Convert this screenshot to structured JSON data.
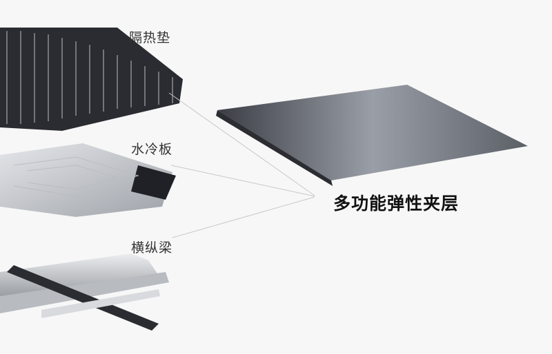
{
  "labels": {
    "insulation_pad": "隔热垫",
    "cooling_plate": "水冷板",
    "beams": "横纵梁",
    "elastic_interlayer": "多功能弹性夹层"
  },
  "colors": {
    "background": "#f7f7f7",
    "text": "#333333",
    "leader_line": "#c8c8c8"
  }
}
